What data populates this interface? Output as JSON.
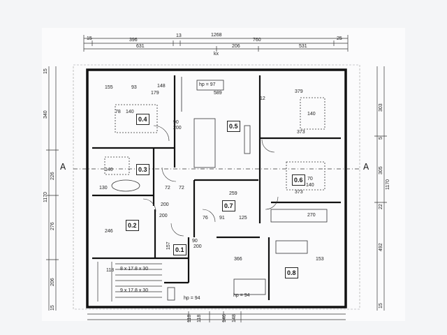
{
  "dims_top": {
    "overall": "1268",
    "row2": [
      "15",
      "396",
      "13",
      "760",
      "25"
    ],
    "row3": [
      "631",
      "206",
      "531"
    ],
    "row4": "kx"
  },
  "dims_left": [
    "15",
    "340",
    "226",
    "1170",
    "276",
    "206",
    "15"
  ],
  "dims_right": [
    "303",
    "5",
    "305",
    "1170",
    "22",
    "492",
    "15"
  ],
  "dims_bottom": [
    "118",
    "118",
    "146",
    "148"
  ],
  "section_marks": {
    "left": "A",
    "right": "A"
  },
  "rooms": [
    "0.4",
    "0.5",
    "0.3",
    "0.6",
    "0.7",
    "0.2",
    "0.1",
    "0.8"
  ],
  "labels": {
    "hp97": "hp = 97",
    "hp94a": "hp = 94",
    "hp94b": "hp = 94",
    "d155": "155",
    "d93": "93",
    "d179": "179",
    "d148": "148",
    "d589": "589",
    "d379": "379",
    "d12": "12",
    "d140a": "140",
    "d78a": "78",
    "d90": "90",
    "d200a": "200",
    "d373a": "373",
    "d140b": "140",
    "d140c": "140",
    "d140d": "140",
    "d70": "70",
    "d373b": "373",
    "d130": "130",
    "d72": "72",
    "d72b": "72",
    "d259": "259",
    "d270": "270",
    "d246": "246",
    "d200b": "200",
    "d200c": "200",
    "d91": "91",
    "d125": "125",
    "d366": "366",
    "d153": "153",
    "d157": "157",
    "d118": "118",
    "stair1": "8 x 17.8 x 30",
    "stair2": "9 x 17.8 x 30",
    "d76": "76",
    "d90b": "90",
    "d200d": "200"
  }
}
